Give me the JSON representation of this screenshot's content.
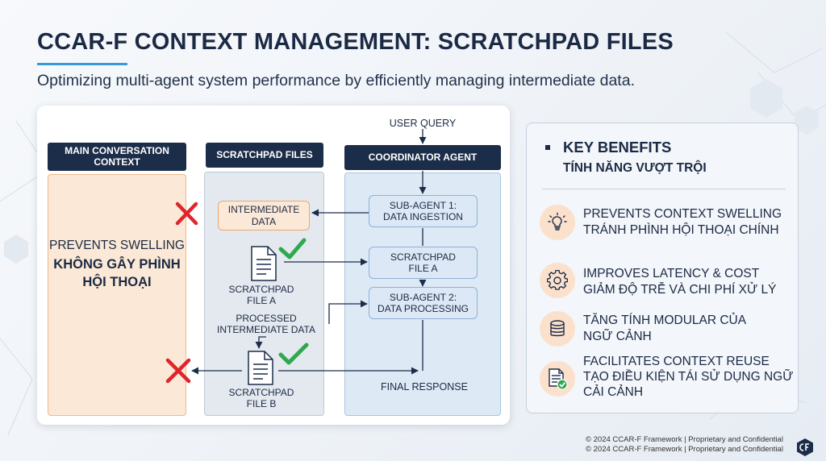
{
  "title": "CCAR-F CONTEXT MANAGEMENT: SCRATCHPAD FILES",
  "subtitle": "Optimizing multi-agent system performance by efficiently managing intermediate data.",
  "diagram": {
    "user_query": "USER QUERY",
    "columns": {
      "main": {
        "header_line1": "MAIN CONVERSATION",
        "header_line2": "CONTEXT"
      },
      "scratch": {
        "header": "SCRATCHPAD FILES"
      },
      "coord": {
        "header": "COORDINATOR AGENT"
      }
    },
    "main_text": {
      "line1": "PREVENTS SWELLING",
      "line2": "KHÔNG GÂY PHÌNH",
      "line3": "HỘI THOẠI"
    },
    "intermediate_data": {
      "line1": "INTERMEDIATE",
      "line2": "DATA"
    },
    "scratchpad_file_a": {
      "line1": "SCRATCHPAD",
      "line2": "FILE A"
    },
    "processed_data": {
      "line1": "PROCESSED",
      "line2": "INTERMEDIATE DATA"
    },
    "scratchpad_file_b": {
      "line1": "SCRATCHPAD",
      "line2": "FILE B"
    },
    "sub_agent_1": {
      "line1": "SUB-AGENT 1:",
      "line2": "DATA INGESTION"
    },
    "coord_file_a": {
      "line1": "SCRATCHPAD",
      "line2": "FILE A"
    },
    "sub_agent_2": {
      "line1": "SUB-AGENT 2:",
      "line2": "DATA PROCESSING"
    },
    "final_response": "FINAL RESPONSE"
  },
  "benefits": {
    "title": "KEY BENEFITS",
    "subtitle": "TÍNH NĂNG VƯỢT TRỘI",
    "items": [
      {
        "icon": "lightbulb-icon",
        "line1": "PREVENTS CONTEXT SWELLING",
        "line2": "TRÁNH PHÌNH HỘI THOẠI CHÍNH"
      },
      {
        "icon": "gear-icon",
        "line1": "IMPROVES LATENCY & COST",
        "line2": "GIẢM ĐỘ TRỄ VÀ CHI PHÍ XỬ LÝ"
      },
      {
        "icon": "database-icon",
        "line1": "TĂNG TÍNH MODULAR CỦA",
        "line2": "NGỮ CẢNH"
      },
      {
        "icon": "document-check-icon",
        "line1": "FACILITATES CONTEXT REUSE",
        "line2": "TẠO ĐIỀU KIỆN TÁI SỬ DỤNG NGỮ",
        "line3": "CẢI CẢNH"
      }
    ]
  },
  "footer": {
    "line1": "© 2024 CCAR-F Framework | Proprietary and Confidential",
    "line2": "© 2024 CCAR-F Framework | Proprietary and Confidential"
  },
  "colors": {
    "navy": "#1c2d4a",
    "accent_blue": "#3a9ad9",
    "orange_panel": "#fbe8d6",
    "blue_panel": "#dde9f5",
    "gray_panel": "#e4e9ef",
    "red_x": "#e0242b",
    "green_check": "#2fa84f"
  }
}
